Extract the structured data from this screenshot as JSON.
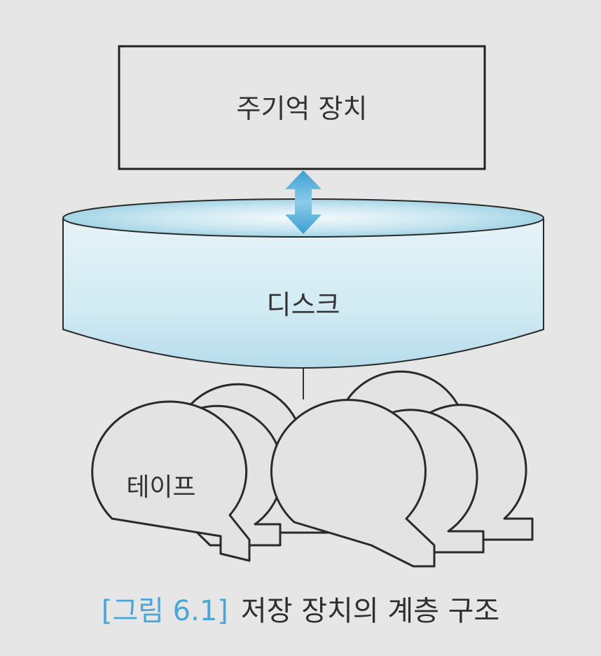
{
  "diagram": {
    "main_memory_label": "주기억 장치",
    "disk_label": "디스크",
    "tape_label": "테이프"
  },
  "caption": {
    "label": "[그림 6.1]",
    "title": "저장 장치의 계층 구조"
  },
  "colors": {
    "background": "#e6e6e6",
    "box_fill": "#e6e6e6",
    "outline": "#222222",
    "disk_top": "#a9d6e6",
    "disk_side": "#dbeff5",
    "arrow": "#4aa8d8",
    "tape_fill": "#e3e3e3",
    "caption_label": "#4aa6d6",
    "caption_text": "#2f2f2f"
  }
}
